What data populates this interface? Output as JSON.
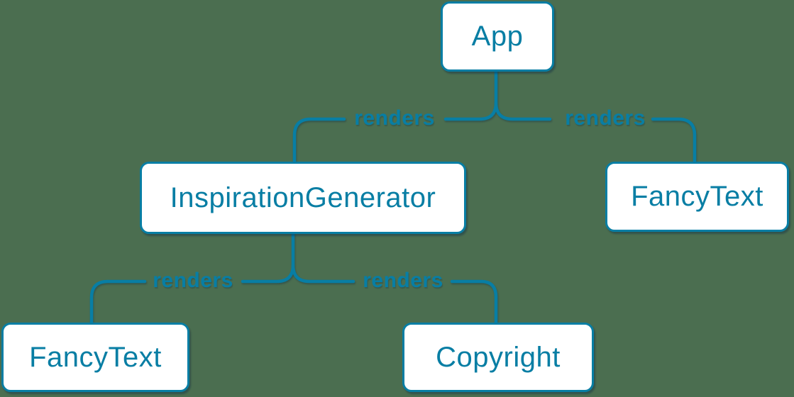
{
  "diagram": {
    "type": "render-tree",
    "nodes": [
      {
        "id": "app",
        "label": "App"
      },
      {
        "id": "inspiration-generator",
        "label": "InspirationGenerator"
      },
      {
        "id": "fancy-text-top",
        "label": "FancyText"
      },
      {
        "id": "fancy-text-bottom",
        "label": "FancyText"
      },
      {
        "id": "copyright",
        "label": "Copyright"
      }
    ],
    "edges": [
      {
        "from": "App",
        "to": "InspirationGenerator",
        "label": "renders"
      },
      {
        "from": "App",
        "to": "FancyText",
        "label": "renders"
      },
      {
        "from": "InspirationGenerator",
        "to": "FancyText",
        "label": "renders"
      },
      {
        "from": "InspirationGenerator",
        "to": "Copyright",
        "label": "renders"
      }
    ]
  },
  "colors": {
    "background": "#4b6e50",
    "accent": "#087ea4",
    "node_fill": "#ffffff"
  }
}
